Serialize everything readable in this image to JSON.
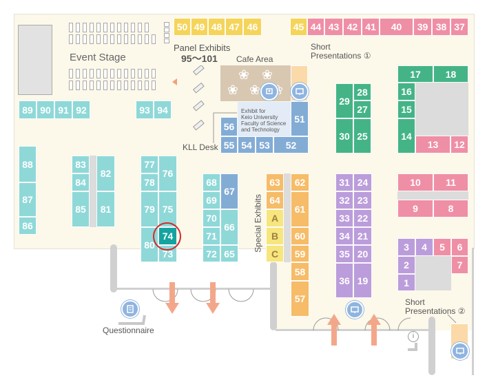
{
  "labels": {
    "event_stage": "Event Stage",
    "panel_exhibits": "Panel Exhibits",
    "panel_range": "95～101",
    "cafe_area": "Cafe Area",
    "short_pres_1_line1": "Short",
    "short_pres_1_line2": "Presentations ①",
    "short_pres_2_line1": "Short",
    "short_pres_2_line2": "Presentations ②",
    "kll_desk": "KLL Desk",
    "keio_line1": "Exhibit for",
    "keio_line2": "Keio University",
    "keio_line3": "Faculty of Science",
    "keio_line4": "and Technology",
    "special_exhibits": "Special Exhibits",
    "questionnaire": "Questionnaire"
  },
  "highlighted_booth": "74",
  "colors": {
    "teal": "#8fd8d8",
    "yellow": "#f5d45a",
    "pink": "#ef8fa6",
    "green": "#44b487",
    "purple": "#bb9ddb",
    "orange": "#f6bc68",
    "blue": "#83acd5",
    "highlight": "#15a3a0",
    "highlight_ring": "#d62828"
  },
  "booths": {
    "b50": "50",
    "b49": "49",
    "b48": "48",
    "b47": "47",
    "b46": "46",
    "b45": "45",
    "b44": "44",
    "b43": "43",
    "b42": "42",
    "b41": "41",
    "b40": "40",
    "b39": "39",
    "b38": "38",
    "b37": "37",
    "b89": "89",
    "b90": "90",
    "b91": "91",
    "b92": "92",
    "b93": "93",
    "b94": "94",
    "b88": "88",
    "b87": "87",
    "b86": "86",
    "b83": "83",
    "b84": "84",
    "b85": "85",
    "b82": "82",
    "b81": "81",
    "b77": "77",
    "b78": "78",
    "b79": "79",
    "b80": "80",
    "b76": "76",
    "b75": "75",
    "b74": "74",
    "b73": "73",
    "b68": "68",
    "b69": "69",
    "b70": "70",
    "b71": "71",
    "b72": "72",
    "b67": "67",
    "b66": "66",
    "b65": "65",
    "b56": "56",
    "b55": "55",
    "b54": "54",
    "b53": "53",
    "b52": "52",
    "b51": "51",
    "b63": "63",
    "b64": "64",
    "bA": "A",
    "bB": "B",
    "bC": "C",
    "b62": "62",
    "b61": "61",
    "b60": "60",
    "b59": "59",
    "b58": "58",
    "b57": "57",
    "b29": "29",
    "b28": "28",
    "b27": "27",
    "b30": "30",
    "b25": "25",
    "b31": "31",
    "b24": "24",
    "b32": "32",
    "b23": "23",
    "b33": "33",
    "b22": "22",
    "b34": "34",
    "b21": "21",
    "b35": "35",
    "b20": "20",
    "b36": "36",
    "b19": "19",
    "b17": "17",
    "b18": "18",
    "b16": "16",
    "b15": "15",
    "b14": "14",
    "b13": "13",
    "b12": "12",
    "b10": "10",
    "b11": "11",
    "b9": "9",
    "b8": "8",
    "b3": "3",
    "b4": "4",
    "b5": "5",
    "b6": "6",
    "b2": "2",
    "b7": "7",
    "b1": "1"
  }
}
